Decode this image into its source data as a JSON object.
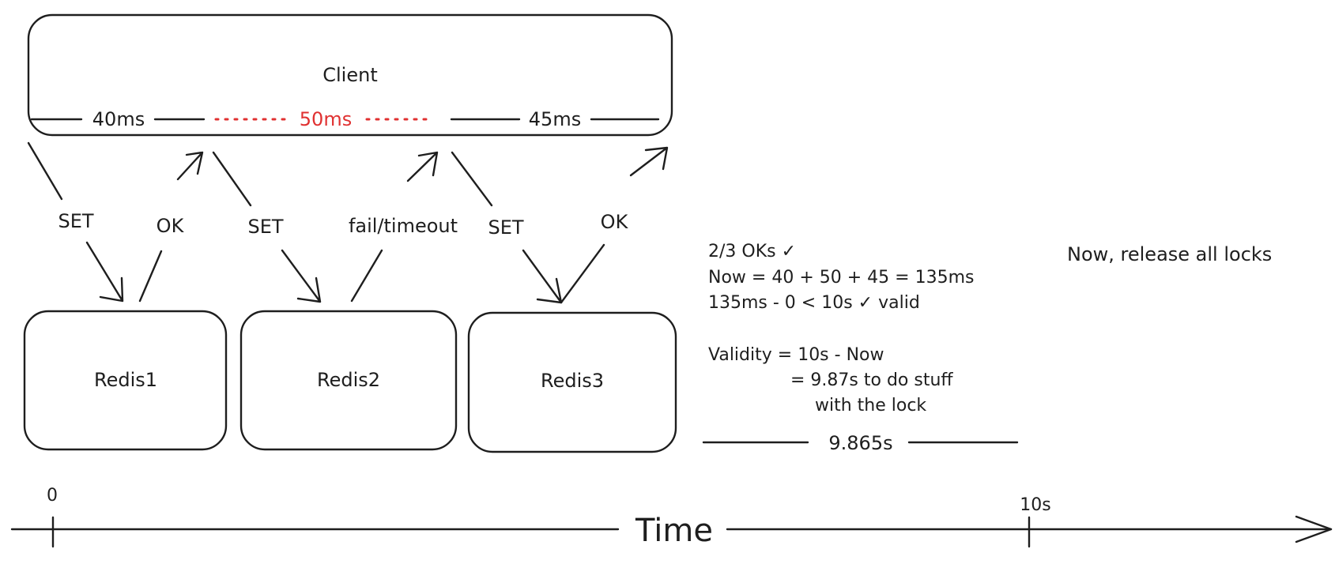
{
  "client": {
    "label": "Client"
  },
  "timings": [
    "40ms",
    "50ms",
    "45ms"
  ],
  "arrows": [
    "SET",
    "OK",
    "SET",
    "fail/timeout",
    "SET",
    "OK"
  ],
  "servers": [
    "Redis1",
    "Redis2",
    "Redis3"
  ],
  "notes": {
    "line1": "2/3 OKs ✓",
    "line2": "Now = 40 + 50 + 45 = 135ms",
    "line3": "135ms - 0 < 10s ✓ valid",
    "line4": "Validity = 10s - Now",
    "line5": "= 9.87s to do stuff",
    "line6": "with the lock"
  },
  "release": "Now, release all locks",
  "validity_span": "9.865s",
  "timeline": {
    "start": "0",
    "end": "10s",
    "axis": "Time"
  },
  "colors": {
    "ink": "#1e1e1e",
    "failed_segment": "#e03131"
  }
}
